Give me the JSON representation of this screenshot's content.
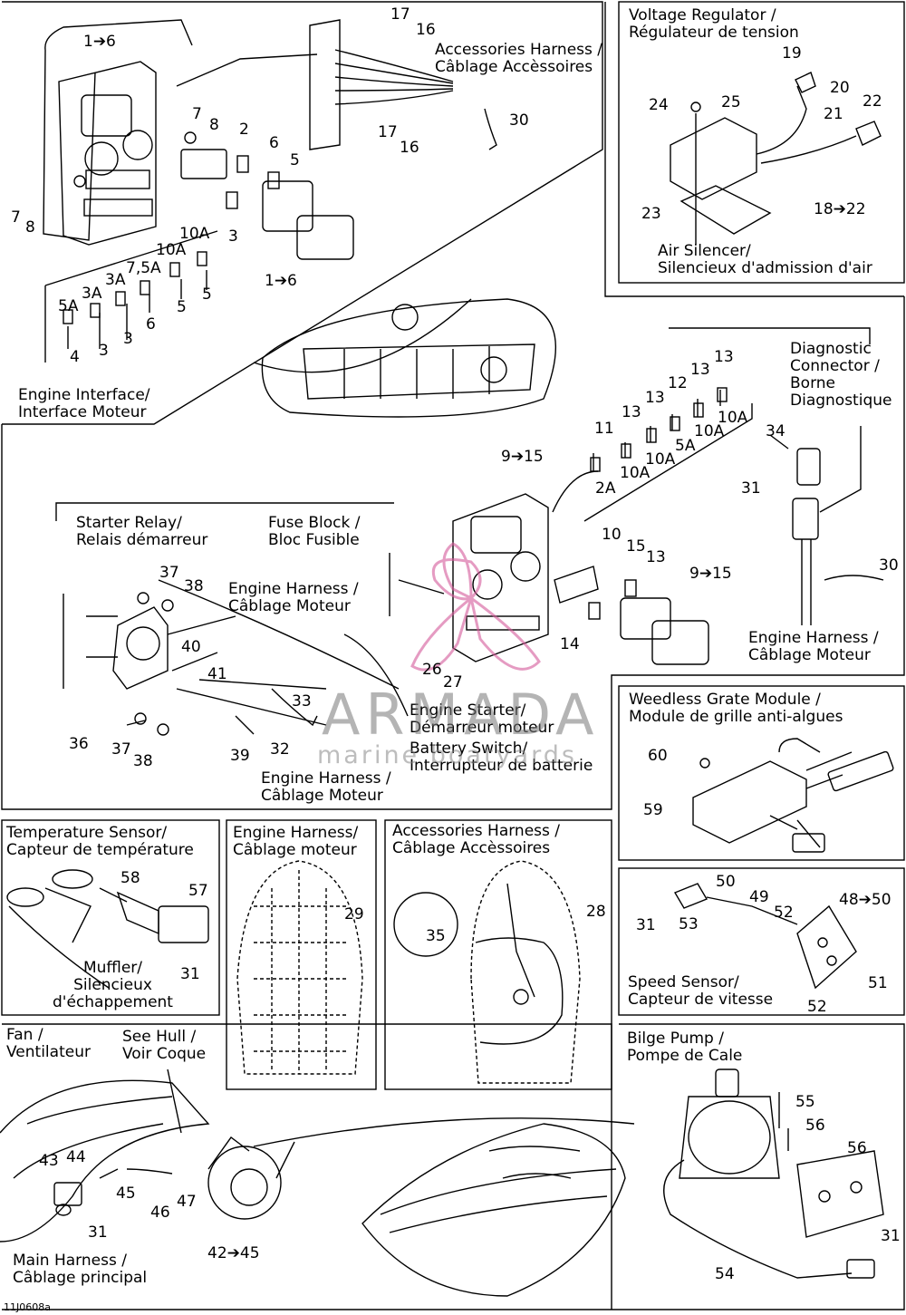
{
  "figure_code": "11J0608a",
  "watermark": {
    "brand": "ARMADA",
    "tagline": "marine boatyards"
  },
  "colors": {
    "line": "#000000",
    "watermark_pink": "#d45a9a",
    "watermark_grey": "#7a7a7a"
  },
  "sections": {
    "voltage_regulator": "Voltage Regulator /\nRégulateur de tension",
    "air_silencer": "Air Silencer/\nSilencieux d'admission d'air",
    "accessories_harness_top": "Accessories Harness /\nCâblage Accèssoires",
    "engine_interface": "Engine Interface/\nInterface Moteur",
    "diagnostic_connector": "Diagnostic\nConnector /\nBorne\nDiagnostique",
    "starter_relay": "Starter Relay/\nRelais démarreur",
    "fuse_block": "Fuse Block /\nBloc Fusible",
    "engine_harness_1": "Engine Harness /\nCâblage Moteur",
    "engine_harness_2": "Engine Harness /\nCâblage Moteur",
    "engine_harness_3": "Engine Harness /\nCâblage Moteur",
    "engine_starter": "Engine Starter/\nDémarreur moteur",
    "battery_switch": "Battery Switch/\nInterrupteur de batterie",
    "weedless_grate": "Weedless Grate Module /\nModule de grille anti-algues",
    "temperature_sensor": "Temperature Sensor/\nCapteur de température",
    "muffler": "Muffler/\nSilencieux\nd'échappement",
    "engine_harness_panel": "Engine Harness/\nCâblage moteur",
    "accessories_harness_panel": "Accessories Harness /\nCâblage Accèssoires",
    "speed_sensor": "Speed Sensor/\nCapteur de vitesse",
    "fan": "Fan /\nVentilateur",
    "see_hull": "See Hull /\nVoir Coque",
    "bilge_pump": "Bilge Pump /\nPompe de Cale",
    "main_harness": "Main Harness /\nCâblage principal"
  },
  "callouts": {
    "c_1_6a": "1➔6",
    "c_17a": "17",
    "c_16a": "16",
    "c_7a": "7",
    "c_8a": "8",
    "c_2": "2",
    "c_30a": "30",
    "c_17b": "17",
    "c_16b": "16",
    "c_6a": "6",
    "c_5a": "5",
    "c_7b": "7",
    "c_8b": "8",
    "c_3a": "3",
    "c_10a_a": "10A",
    "c_10a_b": "10A",
    "c_7_5a": "7,5A",
    "c_3a_a": "3A",
    "c_3a_b": "3A",
    "c_5a_a": "5A",
    "c_5b": "5",
    "c_5c": "5",
    "c_6b": "6",
    "c_3b": "3",
    "c_3c": "3",
    "c_4": "4",
    "c_1_6b": "1➔6",
    "c_19": "19",
    "c_20": "20",
    "c_24": "24",
    "c_25": "25",
    "c_22": "22",
    "c_21": "21",
    "c_23": "23",
    "c_18_22": "18➔22",
    "c_13a": "13",
    "c_13b": "13",
    "c_12": "12",
    "c_13c": "13",
    "c_13d": "13",
    "c_11": "11",
    "c_10a_c": "10A",
    "c_10a_d": "10A",
    "c_5a_b": "5A",
    "c_10a_e": "10A",
    "c_10a_f": "10A",
    "c_2a": "2A",
    "c_9_15a": "9➔15",
    "c_34": "34",
    "c_31a": "31",
    "c_37a": "37",
    "c_38a": "38",
    "c_10": "10",
    "c_15": "15",
    "c_13e": "13",
    "c_9_15b": "9➔15",
    "c_30b": "30",
    "c_40": "40",
    "c_41": "41",
    "c_14": "14",
    "c_26": "26",
    "c_27": "27",
    "c_33": "33",
    "c_36": "36",
    "c_37b": "37",
    "c_38b": "38",
    "c_39": "39",
    "c_32": "32",
    "c_60": "60",
    "c_59": "59",
    "c_58": "58",
    "c_57": "57",
    "c_31b": "31",
    "c_29": "29",
    "c_28": "28",
    "c_35": "35",
    "c_50a": "50",
    "c_49": "49",
    "c_48_50": "48➔50",
    "c_31c": "31",
    "c_53": "53",
    "c_52a": "52",
    "c_51": "51",
    "c_52b": "52",
    "c_43": "43",
    "c_44": "44",
    "c_45": "45",
    "c_31d": "31",
    "c_46": "46",
    "c_47": "47",
    "c_42_45": "42➔45",
    "c_55": "55",
    "c_56a": "56",
    "c_56b": "56",
    "c_31e": "31",
    "c_54": "54"
  }
}
